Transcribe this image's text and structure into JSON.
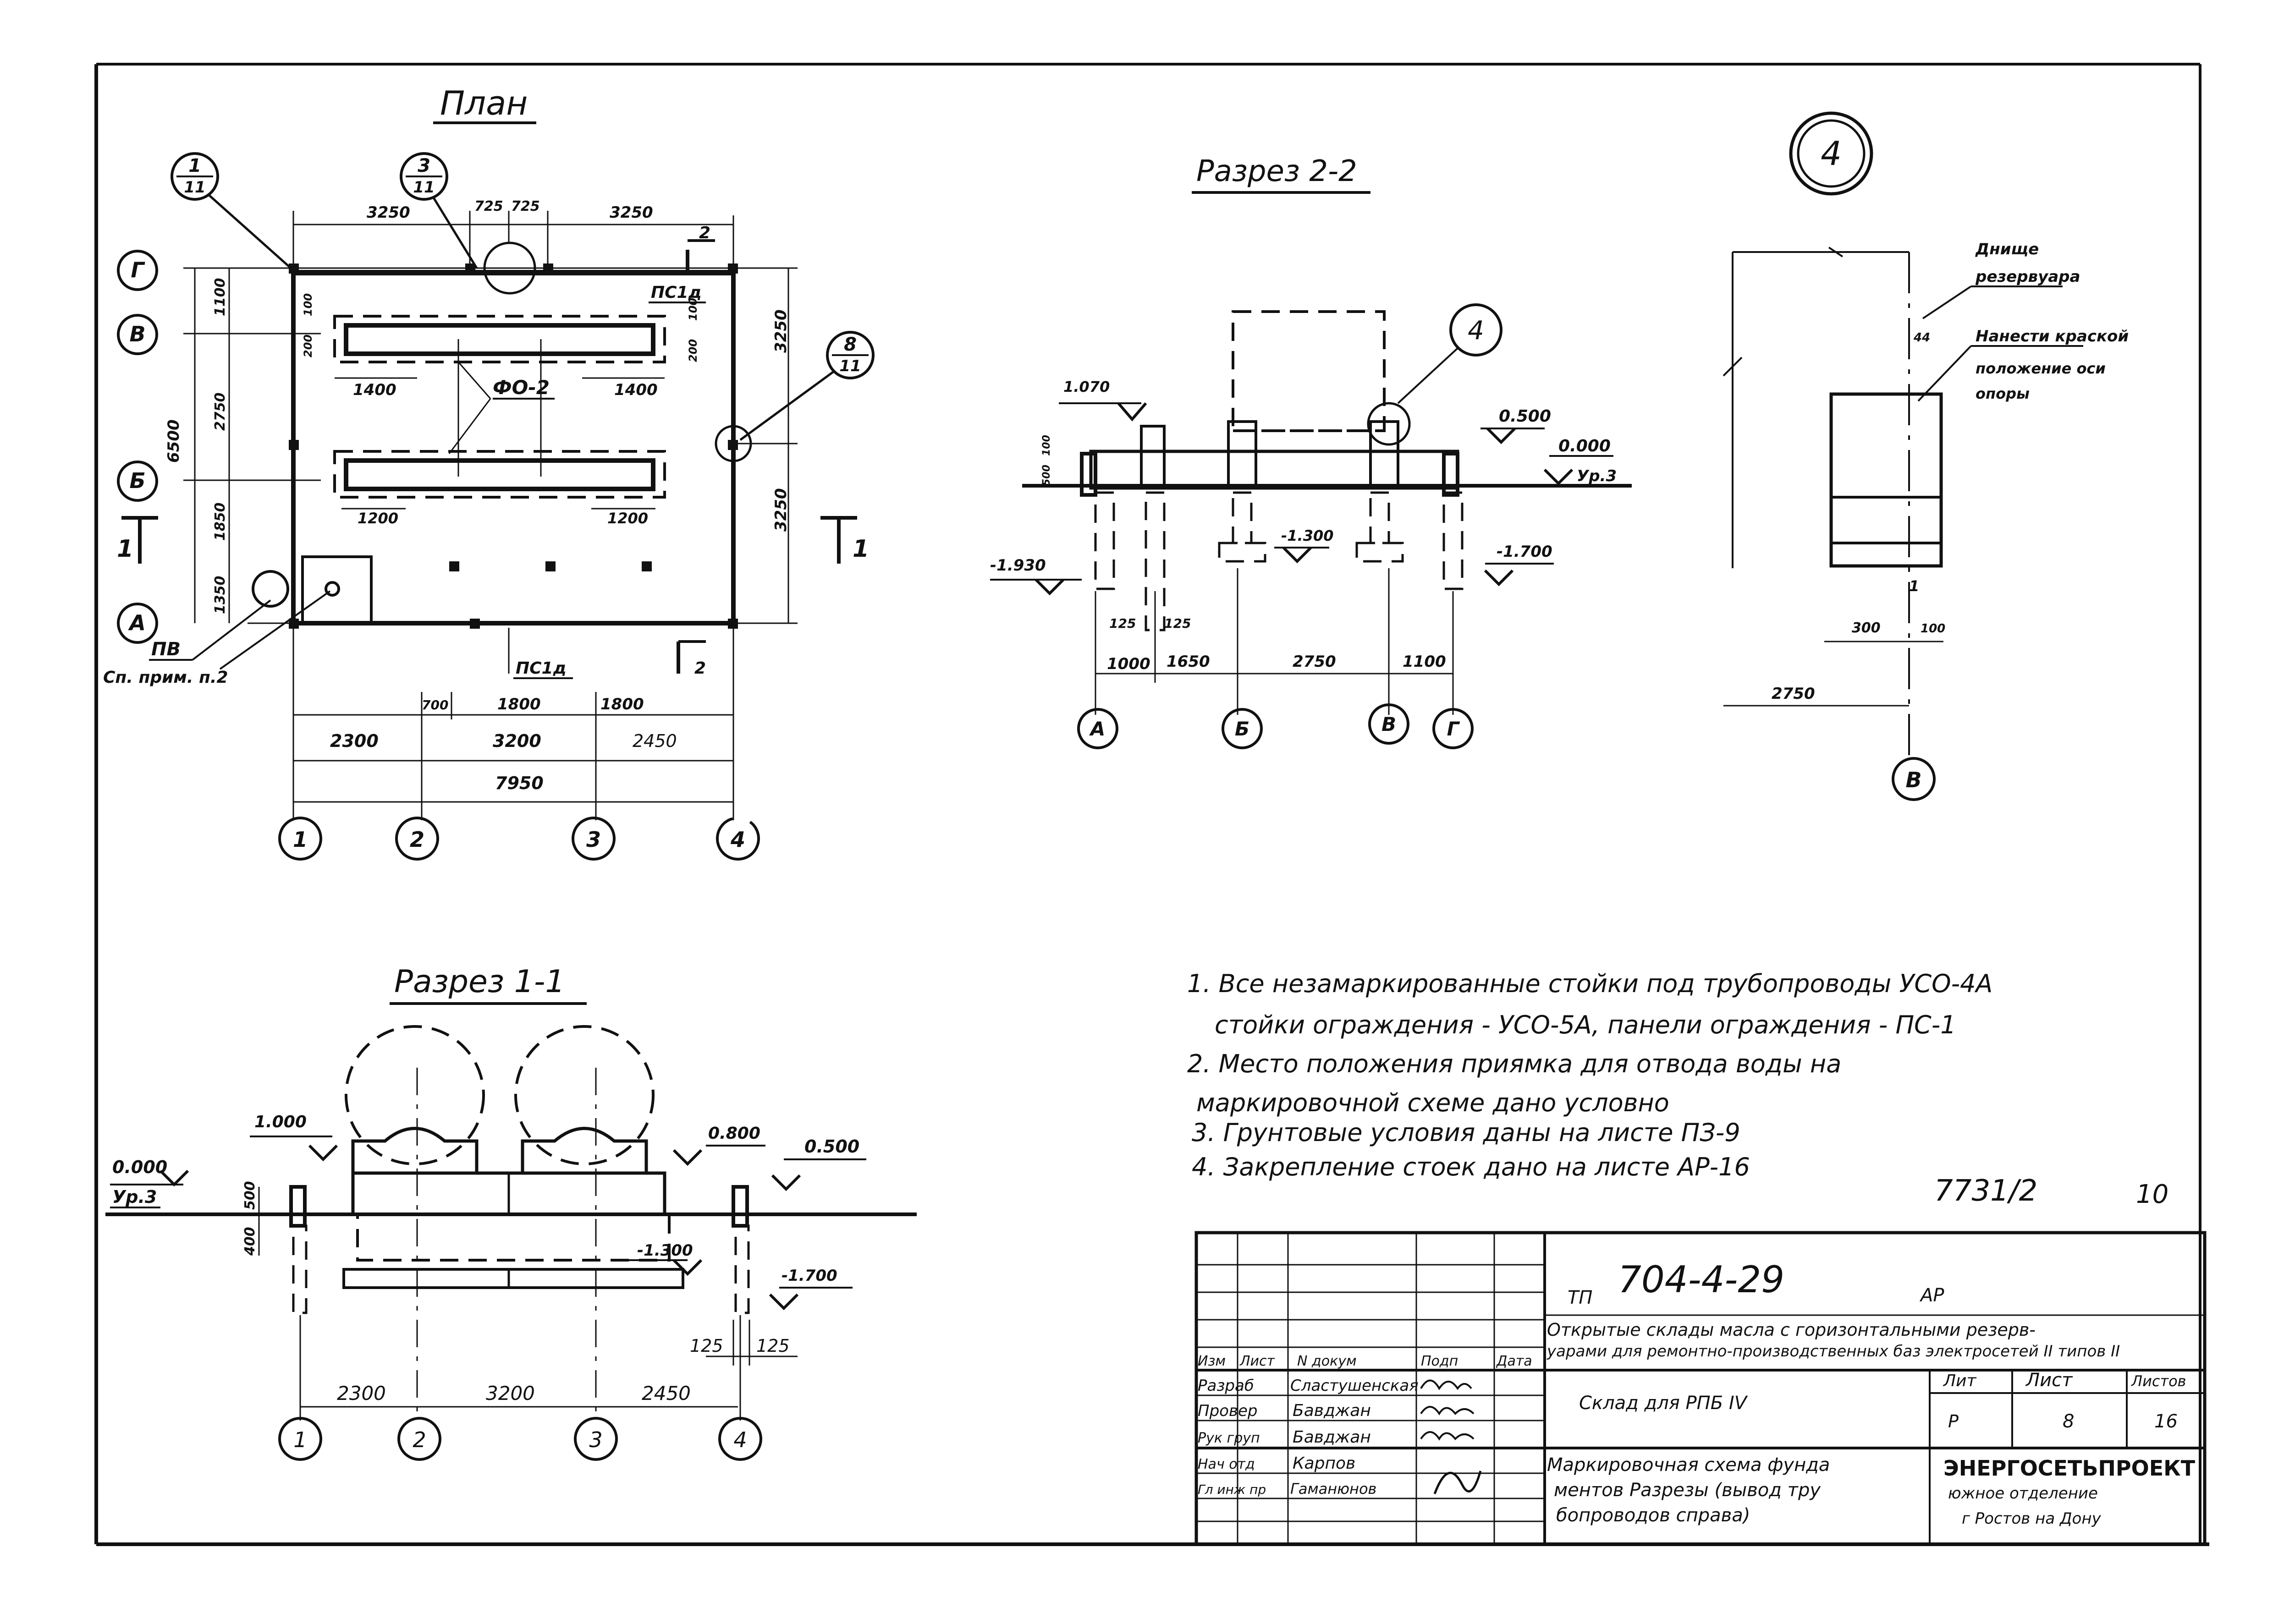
{
  "plan": {
    "title": "План",
    "callouts": {
      "c1_top": "1",
      "c1_bot": "11",
      "c3_top": "3",
      "c3_bot": "11",
      "c8_top": "8",
      "c8_bot": "11"
    },
    "dims_top": [
      "3250",
      "725",
      "725",
      "3250"
    ],
    "dims_right": [
      "3250",
      "3250"
    ],
    "dims_left": [
      "1100",
      "2750",
      "1850",
      "1350"
    ],
    "dims_left_total": "6500",
    "dims_small": [
      "100",
      "200",
      "100",
      "200"
    ],
    "fo_label": "ФО-2",
    "fo_dims": [
      "1400",
      "1400",
      "1200",
      "1200"
    ],
    "pc_labels": [
      "ПС1д",
      "ПС1д"
    ],
    "pv_label": "ПВ",
    "pv_note": "Сп. прим. п.2",
    "dims_bottom1": [
      "700",
      "1800",
      "1800"
    ],
    "dims_bottom2": [
      "2300",
      "3200",
      "2450"
    ],
    "dims_total": "7950",
    "rows": [
      "Г",
      "В",
      "Б",
      "А"
    ],
    "cols": [
      "1",
      "2",
      "3",
      "4"
    ],
    "section_marks": [
      "1",
      "1",
      "2",
      "2"
    ]
  },
  "section22": {
    "title": "Разрез 2-2",
    "callout": "4",
    "levels": [
      "1.070",
      "0.500",
      "0.000",
      "Ур.3",
      "-1.300",
      "-1.930",
      "-1.700"
    ],
    "small_dims": [
      "500",
      "100",
      "125",
      "125"
    ],
    "dims": [
      "1000",
      "1650",
      "2750",
      "1100"
    ],
    "axes": [
      "А",
      "Б",
      "В",
      "Г"
    ]
  },
  "detail4": {
    "title": "4",
    "labels": [
      "Днище",
      "резервуара",
      "Нанести краской",
      "положение оси",
      "опоры"
    ],
    "dims": [
      "44",
      "300",
      "100",
      "2750"
    ],
    "axis": "В",
    "mark": "1"
  },
  "section11": {
    "title": "Разрез 1-1",
    "levels": [
      "1.000",
      "0.800",
      "0.500",
      "0.000",
      "Ур.3",
      "-1.300",
      "-1.700"
    ],
    "left_dims": [
      "500",
      "400"
    ],
    "dims": [
      "125",
      "125",
      "2300",
      "3200",
      "2450"
    ],
    "axes": [
      "1",
      "2",
      "3",
      "4"
    ]
  },
  "notes": [
    "1. Все незамаркированные стойки под трубопроводы УСО-4А",
    "стойки ограждения - УСО-5А, панели ограждения - ПС-1",
    "2. Место положения приямка для отвода воды на",
    "маркировочной схеме дано условно",
    "3. Грунтовые условия даны на листе ПЗ-9",
    "4. Закрепление стоек дано на листе АР-16"
  ],
  "stamp_number": "7731/2",
  "sheet_number": "10",
  "title_block": {
    "code_prefix": "ТП",
    "code": "704-4-29",
    "mark": "АР",
    "project_title_1": "Открытые склады масла с горизонтальными резерв-",
    "project_title_2": "уарами для ремонтно-производственных баз электросетей II типов II",
    "headers": [
      "Изм",
      "Лист",
      "N докум",
      "Подп",
      "Дата"
    ],
    "roles": [
      "Разраб",
      "Провер",
      "Рук груп",
      "Нач отд",
      "Гл инж пр"
    ],
    "names": [
      "Сластушенская",
      "Бавджан",
      "Бавджан",
      "Карпов",
      "Гаманюнов"
    ],
    "building": "Склад для РПБ IV",
    "lit_header": "Лит",
    "sheet_header": "Лист",
    "sheets_header": "Листов",
    "lit": "Р",
    "sheet": "8",
    "sheets": "16",
    "drawing_title_1": "Маркировочная схема фунда",
    "drawing_title_2": "ментов Разрезы (вывод тру",
    "drawing_title_3": "бопроводов справа)",
    "org_1": "ЭНЕРГОСЕТЬПРОЕКТ",
    "org_2": "южное отделение",
    "org_3": "г Ростов на Дону"
  }
}
